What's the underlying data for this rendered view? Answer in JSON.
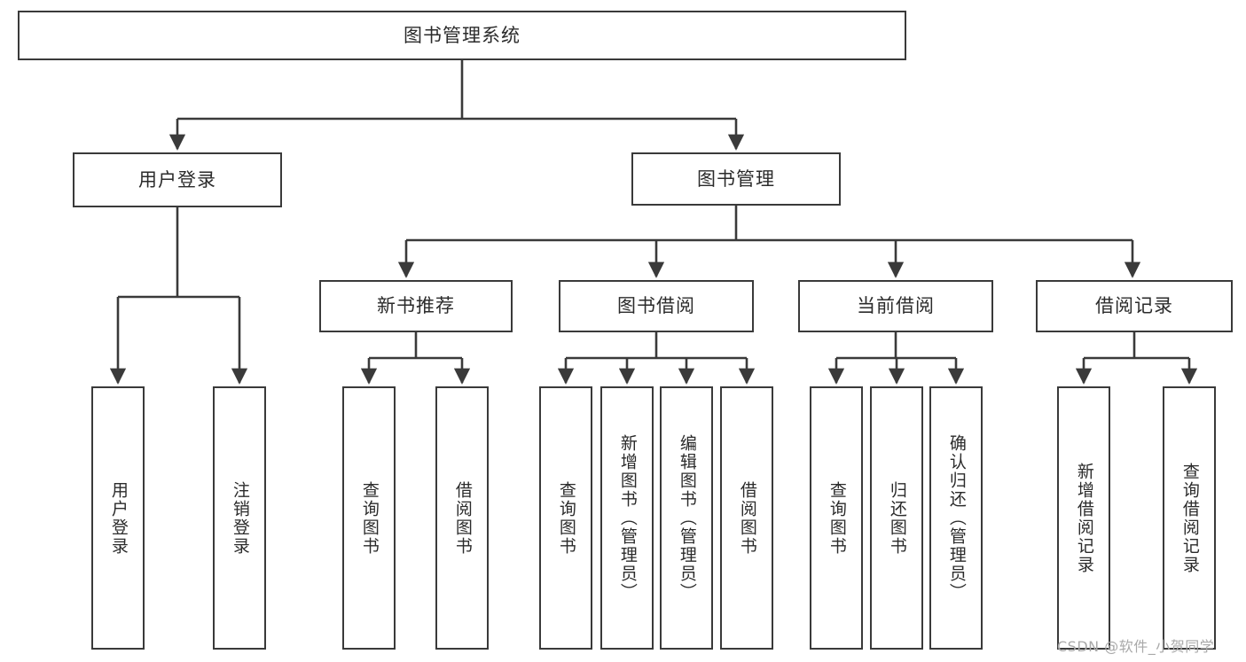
{
  "diagram": {
    "type": "tree",
    "title": "图书管理系统",
    "watermark": "CSDN @软件_小贺同学",
    "colors": {
      "border": "#3a3a3a",
      "background": "#ffffff",
      "text": "#2b2b2b",
      "edge": "#3a3a3a",
      "watermark": "#a9a9a9"
    },
    "nodes": {
      "root": {
        "label": "图书管理系统",
        "level": 0,
        "orientation": "horizontal"
      },
      "user_login": {
        "label": "用户登录",
        "level": 1,
        "orientation": "horizontal"
      },
      "book_manage": {
        "label": "图书管理",
        "level": 1,
        "orientation": "horizontal"
      },
      "new_book_rec": {
        "label": "新书推荐",
        "level": 2,
        "orientation": "horizontal"
      },
      "book_borrow": {
        "label": "图书借阅",
        "level": 2,
        "orientation": "horizontal"
      },
      "current_borrow": {
        "label": "当前借阅",
        "level": 2,
        "orientation": "horizontal"
      },
      "borrow_record": {
        "label": "借阅记录",
        "level": 2,
        "orientation": "horizontal"
      },
      "leaf_user_login": {
        "label": "用户登录",
        "level": 2,
        "orientation": "vertical"
      },
      "leaf_logout": {
        "label": "注销登录",
        "level": 2,
        "orientation": "vertical"
      },
      "leaf_query_book_a": {
        "label": "查询图书",
        "level": 3,
        "orientation": "vertical"
      },
      "leaf_borrow_book_a": {
        "label": "借阅图书",
        "level": 3,
        "orientation": "vertical"
      },
      "leaf_query_book_b": {
        "label": "查询图书",
        "level": 3,
        "orientation": "vertical"
      },
      "leaf_add_book": {
        "label": "新增图书（管理员）",
        "level": 3,
        "orientation": "vertical"
      },
      "leaf_edit_book": {
        "label": "编辑图书（管理员）",
        "level": 3,
        "orientation": "vertical"
      },
      "leaf_borrow_book_b": {
        "label": "借阅图书",
        "level": 3,
        "orientation": "vertical"
      },
      "leaf_query_book_c": {
        "label": "查询图书",
        "level": 3,
        "orientation": "vertical"
      },
      "leaf_return_book": {
        "label": "归还图书",
        "level": 3,
        "orientation": "vertical"
      },
      "leaf_confirm_return": {
        "label": "确认归还（管理员）",
        "level": 3,
        "orientation": "vertical"
      },
      "leaf_add_record": {
        "label": "新增借阅记录",
        "level": 3,
        "orientation": "vertical"
      },
      "leaf_query_record": {
        "label": "查询借阅记录",
        "level": 3,
        "orientation": "vertical"
      }
    },
    "edges": [
      {
        "from": "root",
        "to": "user_login"
      },
      {
        "from": "root",
        "to": "book_manage"
      },
      {
        "from": "user_login",
        "to": "leaf_user_login"
      },
      {
        "from": "user_login",
        "to": "leaf_logout"
      },
      {
        "from": "book_manage",
        "to": "new_book_rec"
      },
      {
        "from": "book_manage",
        "to": "book_borrow"
      },
      {
        "from": "book_manage",
        "to": "current_borrow"
      },
      {
        "from": "book_manage",
        "to": "borrow_record"
      },
      {
        "from": "new_book_rec",
        "to": "leaf_query_book_a"
      },
      {
        "from": "new_book_rec",
        "to": "leaf_borrow_book_a"
      },
      {
        "from": "book_borrow",
        "to": "leaf_query_book_b"
      },
      {
        "from": "book_borrow",
        "to": "leaf_add_book"
      },
      {
        "from": "book_borrow",
        "to": "leaf_edit_book"
      },
      {
        "from": "book_borrow",
        "to": "leaf_borrow_book_b"
      },
      {
        "from": "current_borrow",
        "to": "leaf_query_book_c"
      },
      {
        "from": "current_borrow",
        "to": "leaf_return_book"
      },
      {
        "from": "current_borrow",
        "to": "leaf_confirm_return"
      },
      {
        "from": "borrow_record",
        "to": "leaf_add_record"
      },
      {
        "from": "borrow_record",
        "to": "leaf_query_record"
      }
    ]
  }
}
